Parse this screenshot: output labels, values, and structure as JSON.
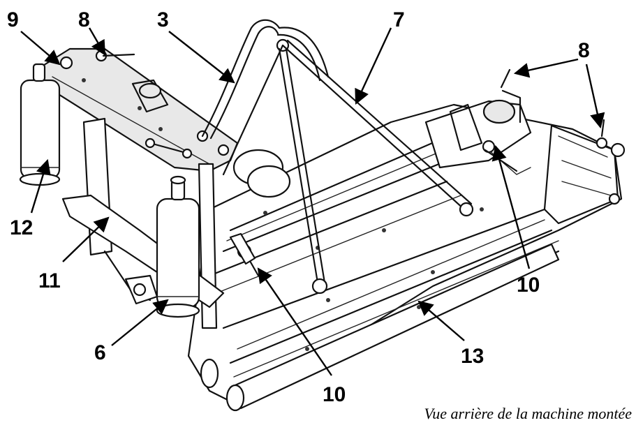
{
  "caption": "Vue arrière de la machine montée",
  "callouts": [
    {
      "label": "9"
    },
    {
      "label": "8"
    },
    {
      "label": "3"
    },
    {
      "label": "7"
    },
    {
      "label": "8"
    },
    {
      "label": "12"
    },
    {
      "label": "11"
    },
    {
      "label": "6"
    },
    {
      "label": "10"
    },
    {
      "label": "10"
    },
    {
      "label": "13"
    }
  ]
}
